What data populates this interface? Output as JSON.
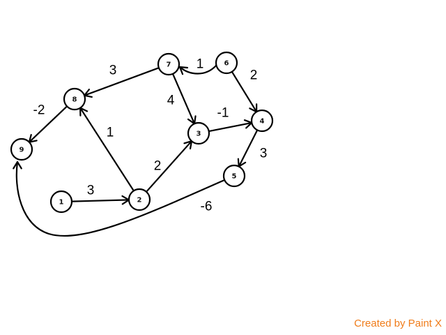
{
  "graph": {
    "nodes": [
      {
        "id": "1",
        "label": "1"
      },
      {
        "id": "2",
        "label": "2"
      },
      {
        "id": "3",
        "label": "3"
      },
      {
        "id": "4",
        "label": "4"
      },
      {
        "id": "5",
        "label": "5"
      },
      {
        "id": "6",
        "label": "6"
      },
      {
        "id": "7",
        "label": "7"
      },
      {
        "id": "8",
        "label": "8"
      },
      {
        "id": "9",
        "label": "9"
      }
    ],
    "edges": [
      {
        "from": "1",
        "to": "2",
        "weight": "3"
      },
      {
        "from": "2",
        "to": "3",
        "weight": "2"
      },
      {
        "from": "2",
        "to": "8",
        "weight": "1"
      },
      {
        "from": "3",
        "to": "4",
        "weight": "-1"
      },
      {
        "from": "4",
        "to": "5",
        "weight": "3"
      },
      {
        "from": "5",
        "to": "9",
        "weight": "-6"
      },
      {
        "from": "6",
        "to": "7",
        "weight": "1"
      },
      {
        "from": "6",
        "to": "4",
        "weight": "2"
      },
      {
        "from": "7",
        "to": "3",
        "weight": "4"
      },
      {
        "from": "7",
        "to": "8",
        "weight": "3"
      },
      {
        "from": "8",
        "to": "9",
        "weight": "-2"
      }
    ]
  },
  "footer": {
    "watermark": "Created by Paint X",
    "watermark_color": "#f07c1a"
  }
}
